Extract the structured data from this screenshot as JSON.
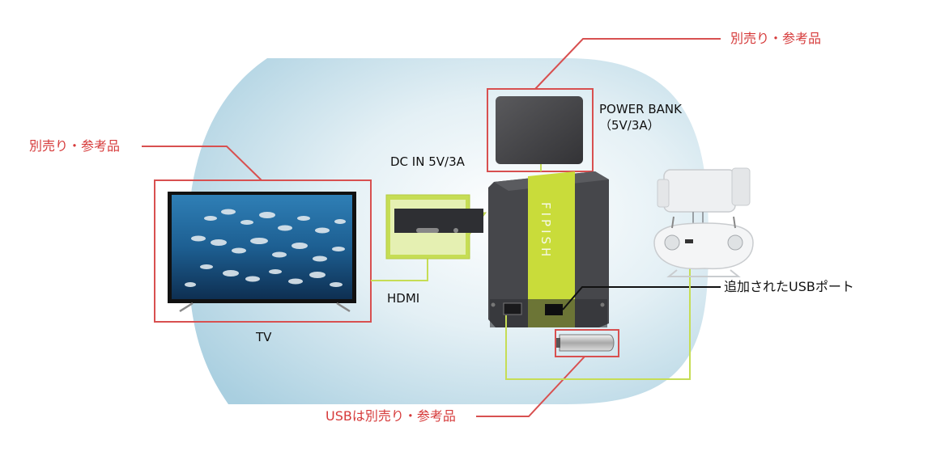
{
  "labels": {
    "top_right_note": "別売り・参考品",
    "left_note": "別売り・参考品",
    "bottom_note": "USBは別売り・参考品",
    "added_usb_port": "追加されたUSBポート",
    "power_bank_name": "POWER BANK",
    "power_bank_spec": "（5V/3A）",
    "dc_in": "DC IN  5V/3A",
    "hdmi": "HDMI",
    "tv": "TV",
    "device_brand": "FIPISH"
  },
  "colors": {
    "callout_red": "#d85050",
    "cable_green": "#c6dd55",
    "device_body": "#4a4b4f",
    "device_stripe": "#c9dc3a",
    "background_blue": "#b8d8e6"
  }
}
